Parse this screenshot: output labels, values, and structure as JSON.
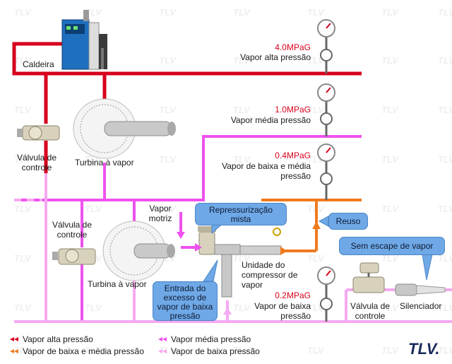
{
  "labels": {
    "boiler": "Caldeira",
    "pressure_high": "4.0MPaG",
    "steam_high": "Vapor alta pressão",
    "pressure_medium": "1.0MPaG",
    "steam_medium": "Vapor média pressão",
    "pressure_lowmed": "0.4MPaG",
    "steam_lowmed_1": "Vapor de baixa e média",
    "steam_lowmed_2": "pressão",
    "pressure_low": "0.2MPaG",
    "steam_low_1": "Vapor de baixa",
    "steam_low_2": "pressão",
    "control_valve_1a": "Válvula de",
    "control_valve_1b": "controle",
    "turbine_1": "Turbina à vapor",
    "control_valve_2a": "Válvula de",
    "control_valve_2b": "controle",
    "turbine_2": "Turbina à vapor",
    "motive_steam_1": "Vapor",
    "motive_steam_2": "motriz",
    "compressor_1": "Unidade do",
    "compressor_2": "compressor de",
    "compressor_3": "vapor",
    "control_valve_3a": "Válvula de",
    "control_valve_3b": "controle",
    "silencer": "Silenciador",
    "logo": "TLV."
  },
  "callouts": {
    "repressurization": [
      "Repressurização",
      "mista"
    ],
    "reuse": "Reuso",
    "no_escape": "Sem escape de vapor",
    "excess_entry": [
      "Entrada do",
      "excesso de",
      "vapor de baixa",
      "pressão"
    ]
  },
  "legend": [
    {
      "label": "Vapor alta pressão",
      "color": "#d6001c"
    },
    {
      "label": "Vapor média pressão",
      "color": "#ee52ee"
    },
    {
      "label": "Vapor de baixa e média pressão",
      "color": "#f07a1e"
    },
    {
      "label": "Vapor de baixa pressão",
      "color": "#f5a9f0"
    }
  ],
  "watermark": "TLV",
  "colors": {
    "high": "#d6001c",
    "medium": "#ee52ee",
    "lowmed": "#f07a1e",
    "low": "#f5a9f0",
    "callout": "#6fa8e6"
  }
}
